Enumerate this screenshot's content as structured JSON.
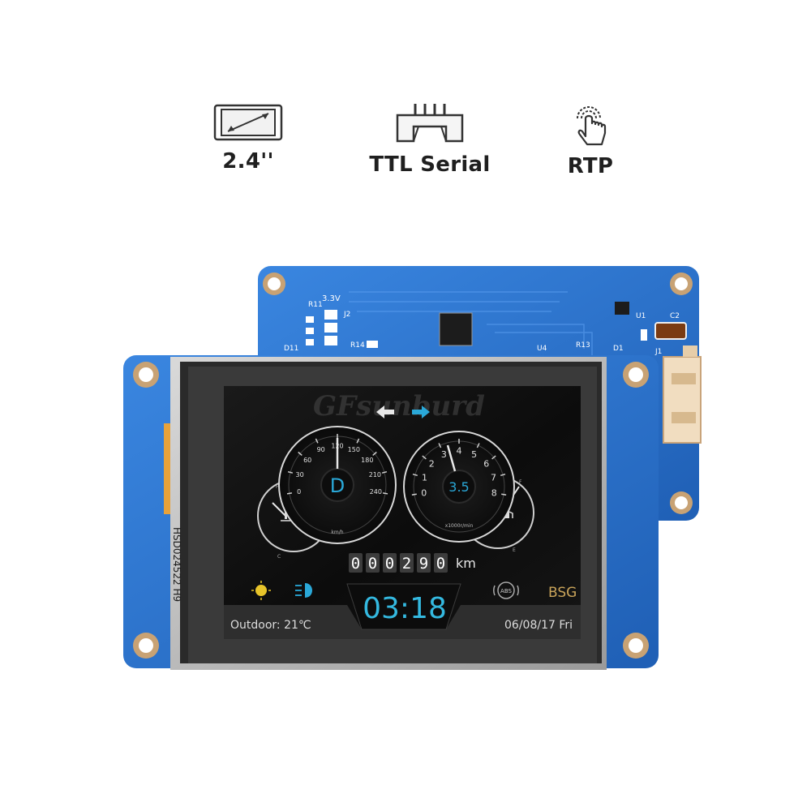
{
  "features": [
    {
      "icon": "screen-size-icon",
      "label": "2.4''"
    },
    {
      "icon": "ttl-connector-icon",
      "label": "TTL Serial"
    },
    {
      "icon": "touch-hand-icon",
      "label": "RTP"
    }
  ],
  "pcb": {
    "silkscreen": [
      "3.3V",
      "R11",
      "J2",
      "R14",
      "U4",
      "R13",
      "D1",
      "U1",
      "C2",
      "J1",
      "D11"
    ],
    "panel_model": "HSD024522 H9"
  },
  "watermark": "GFsunburd",
  "dashboard": {
    "speed_gauge": {
      "gear": "D",
      "unit": "km/h",
      "ticks": [
        "0",
        "30",
        "60",
        "90",
        "120",
        "150",
        "180",
        "210",
        "240"
      ]
    },
    "rpm_gauge": {
      "value": "3.5",
      "unit": "x1000r/min",
      "ticks": [
        "0",
        "1",
        "2",
        "3",
        "4",
        "5",
        "6",
        "7",
        "8"
      ]
    },
    "temp_gauge": {
      "high": "H",
      "low": "C"
    },
    "fuel_gauge": {
      "full": "F",
      "empty": "E"
    },
    "odometer": {
      "digits": [
        "0",
        "0",
        "0",
        "2",
        "9",
        "0"
      ],
      "unit": "km"
    },
    "time": "03:18",
    "outdoor": "Outdoor:  21℃",
    "date": "06/08/17  Fri",
    "abs_label": "ABS",
    "brand": "BSG"
  },
  "colors": {
    "pcb_blue": "#2b6fc9",
    "gauge_accent": "#2aa8d8",
    "time_color": "#34b9e0",
    "sun_yellow": "#e8c52a",
    "brand_gold": "#c9a45a"
  }
}
